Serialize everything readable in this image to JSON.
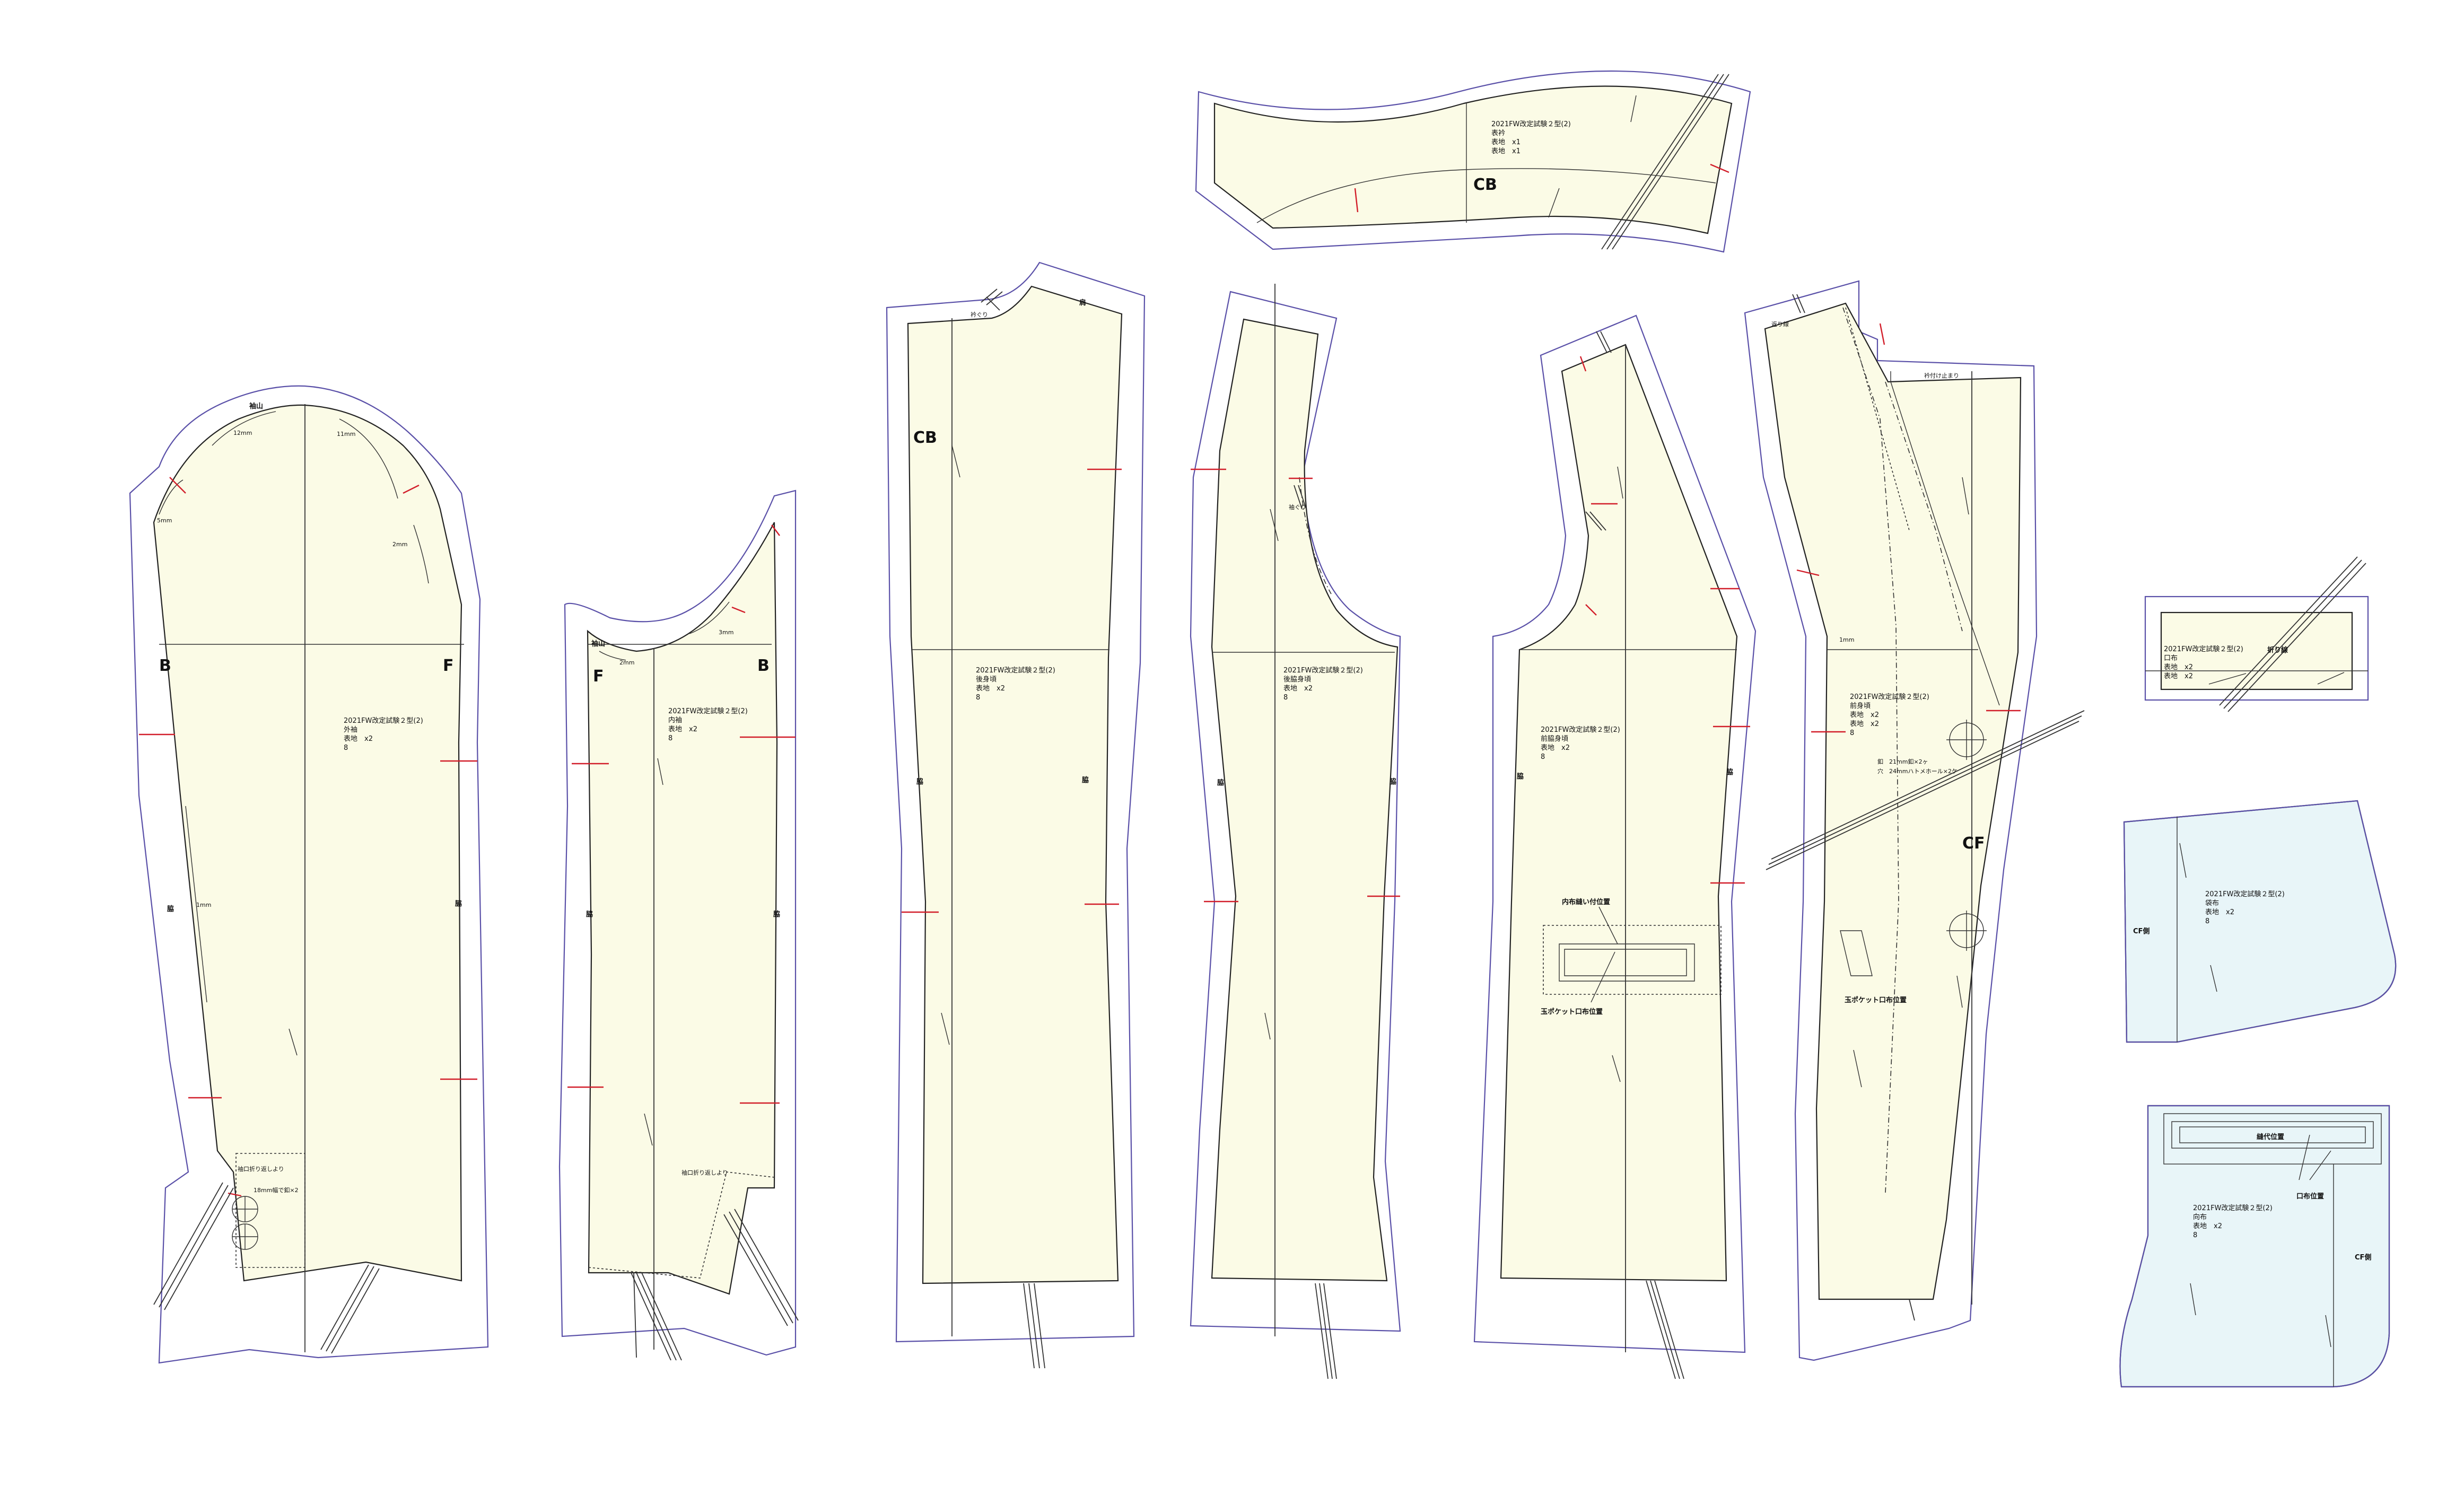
{
  "pieces": {
    "outer_sleeve": {
      "info": [
        "2021FW改定試験２型(2)",
        "外袖",
        "表地　x2",
        "8"
      ],
      "markers": {
        "back": "B",
        "front": "F",
        "top": "袖山"
      },
      "mm": [
        "12mm",
        "11mm",
        "5mm",
        "2mm",
        "1mm"
      ],
      "side": "脇",
      "note_1": "袖口折り返しより",
      "note_2": "18mm幅で釦×2"
    },
    "inner_sleeve": {
      "info": [
        "2021FW改定試験２型(2)",
        "内袖",
        "表地　x2",
        "8"
      ],
      "markers": {
        "front": "F",
        "back": "B",
        "top": "袖山"
      },
      "mm": [
        "2mm",
        "3mm"
      ],
      "side": "脇",
      "note_1": "袖口折り返しより"
    },
    "back_body": {
      "info": [
        "2021FW改定試験２型(2)",
        "後身頃",
        "表地　x2",
        "8"
      ],
      "markers": {
        "cb": "CB"
      },
      "side": "脇",
      "top": "肩",
      "shoulder": "衿ぐり"
    },
    "side_back": {
      "info": [
        "2021FW改定試験２型(2)",
        "後脇身頃",
        "表地　x2",
        "8"
      ],
      "side": "脇",
      "armhole": "袖ぐり"
    },
    "side_front": {
      "info": [
        "2021FW改定試験２型(2)",
        "前脇身頃",
        "表地　x2",
        "8"
      ],
      "side": "脇",
      "label_1": "内布縫い付位置",
      "label_2": "玉ポケット口布位置"
    },
    "front_body": {
      "info": [
        "2021FW改定試験２型(2)",
        "前身頃",
        "表地　x2",
        "表地　x2",
        "8"
      ],
      "markers": {
        "cf": "CF"
      },
      "mm": "1mm",
      "buttons": [
        "釦　21mm釦×2ヶ",
        "穴　24mmハトメホール×2ケ"
      ],
      "label_1": "玉ポケット口布位置",
      "top": "衿付け止まり",
      "lapel": "返り線"
    },
    "collar": {
      "info": [
        "2021FW改定試験２型(2)",
        "表衿",
        "表地　x1",
        "表地　x1"
      ],
      "markers": {
        "cb": "CB"
      }
    },
    "pocket_welt": {
      "info": [
        "2021FW改定試験２型(2)",
        "口布",
        "表地　x2",
        "表地　x2"
      ],
      "label": "折り線"
    },
    "pocket_bag_1": {
      "info": [
        "2021FW改定試験２型(2)",
        "袋布",
        "表地　x2",
        "8"
      ],
      "side": "CF側"
    },
    "pocket_bag_2": {
      "info": [
        "2021FW改定試験２型(2)",
        "向布",
        "表地　x2",
        "8"
      ],
      "side": "CF側",
      "label_1": "縫代位置",
      "label_2": "口布位置"
    }
  },
  "colors": {
    "cut_line": "#5a50a8",
    "seam_fill": "#fbfbe6",
    "lining_fill": "#e8f5f8",
    "notch": "#d21e2a"
  }
}
